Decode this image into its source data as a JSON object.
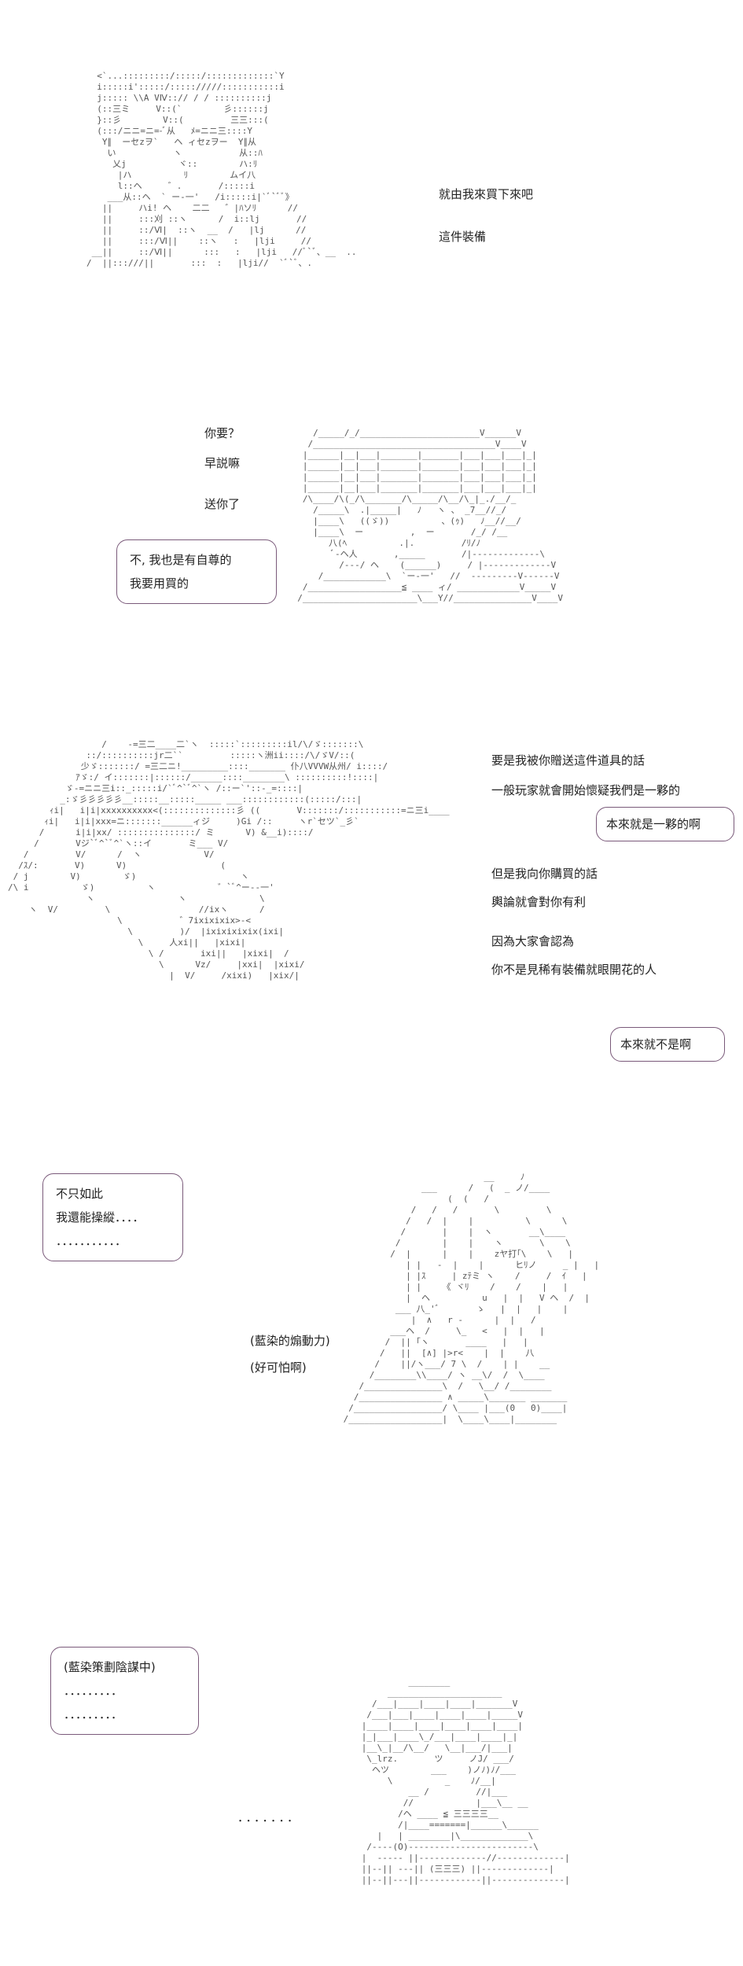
{
  "panels": [
    {
      "lines": [
        "就由我來買下來吧",
        "這件裝備"
      ]
    },
    {
      "lines": [
        "你要？",
        "早説嘛",
        "送你了"
      ],
      "bubble": [
        "不, 我也是有自尊的",
        "我要用買的"
      ]
    },
    {
      "lines": [
        "要是我被你贈送這件道具的話",
        "一般玩家就會開始懷疑我們是一夥的",
        "但是我向你購買的話",
        "輿論就會對你有利",
        "因為大家會認為",
        "你不是見稀有裝備就眼開花的人"
      ],
      "bubble1": [
        "本來就是一夥的啊"
      ],
      "bubble2": [
        "本來就不是啊"
      ]
    },
    {
      "bubble": [
        "不只如此",
        "我還能操縱．．．．",
        "．．．．．．．．．．．"
      ],
      "lines": [
        "(藍染的煽動力)",
        "(好可怕啊)"
      ]
    },
    {
      "bubble": [
        "(藍染策劃陰謀中)",
        "．．．．．．．．．",
        "．．．．．．．．．"
      ],
      "dots": "．．．．．．．"
    }
  ]
}
